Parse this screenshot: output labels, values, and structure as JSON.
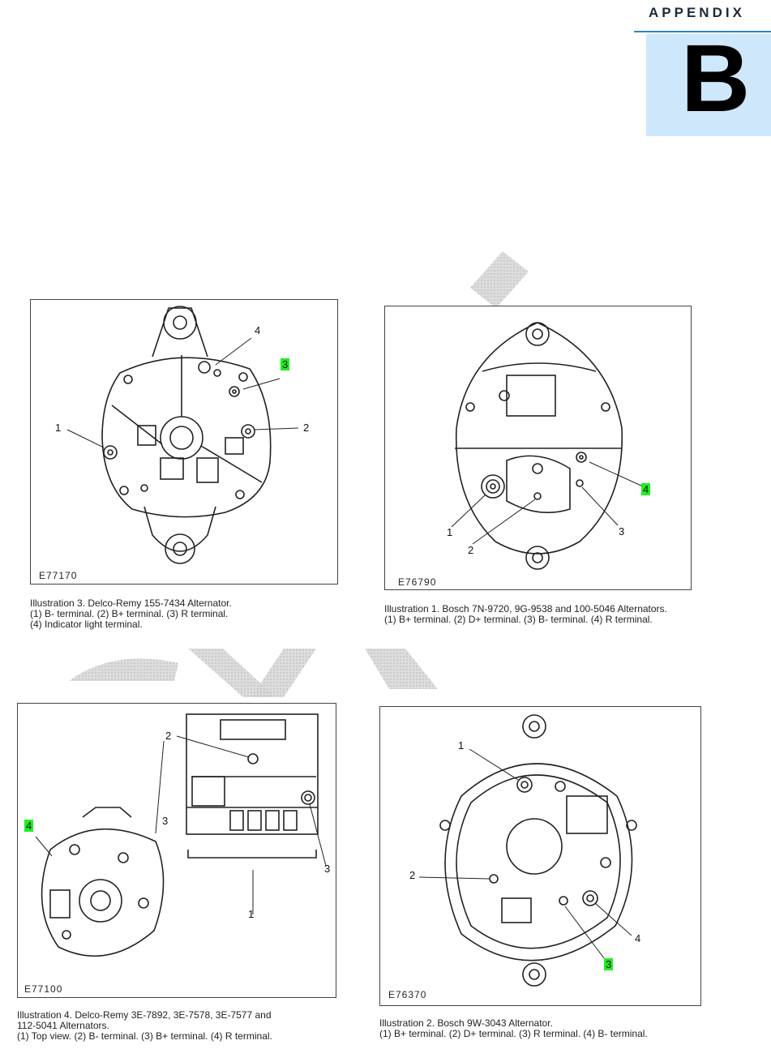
{
  "header": {
    "appendix_word": "APPENDIX",
    "appendix_letter": "B"
  },
  "figures": [
    {
      "code": "E77170",
      "caption_lines": [
        "Illustration 3. Delco-Remy 155-7434 Alternator.",
        "(1) B- terminal. (2) B+ terminal. (3) R terminal.",
        "(4) Indicator light terminal."
      ],
      "callouts": [
        "1",
        "2",
        "3",
        "4"
      ]
    },
    {
      "code": "E76790",
      "caption_lines": [
        "Illustration 1. Bosch 7N-9720, 9G-9538 and 100-5046 Alternators.",
        "(1) B+ terminal. (2) D+ terminal. (3) B- terminal. (4) R terminal."
      ],
      "callouts": [
        "1",
        "2",
        "3",
        "4"
      ]
    },
    {
      "code": "E77100",
      "caption_lines": [
        "Illustration 4. Delco-Remy 3E-7892, 3E-7578, 3E-7577 and",
        "112-5041 Alternators.",
        "(1) Top view. (2) B- terminal. (3) B+ terminal. (4) R terminal."
      ],
      "callouts": [
        "2",
        "3",
        "4",
        "3",
        "1"
      ]
    },
    {
      "code": "E76370",
      "caption_lines": [
        "Illustration 2. Bosch 9W-3043 Alternator.",
        "(1) B+ terminal. (2) D+ terminal. (3) R terminal. (4) B- terminal."
      ],
      "callouts": [
        "1",
        "2",
        "4",
        "3"
      ]
    }
  ],
  "highlight_color": "#22ee22",
  "accent_color": "#2a86c8"
}
